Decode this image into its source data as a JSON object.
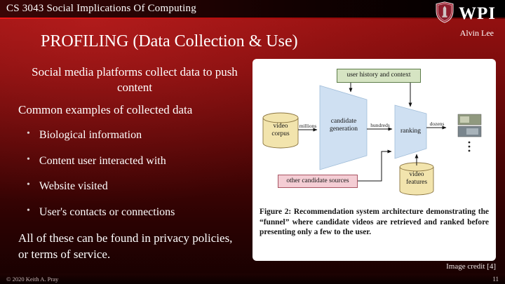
{
  "header": {
    "course": "CS 3043 Social Implications Of Computing",
    "logo_text": "WPI",
    "presenter": "Alvin Lee"
  },
  "slide": {
    "title": "PROFILING (Data Collection & Use)",
    "lead": "Social media platforms collect data to push content",
    "examples_heading": "Common examples of collected data",
    "bullet_glyph": "•",
    "bullets": [
      "Biological information",
      "Content user interacted with",
      "Website visited",
      "User's contacts or connections"
    ],
    "closing": "All of these can be found in privacy policies, or terms of service."
  },
  "figure": {
    "nodes": {
      "user_history": "user history and context",
      "video_corpus": "video corpus",
      "candidate_generation": "candidate generation",
      "ranking": "ranking",
      "video_features": "video features",
      "other_sources": "other candidate sources"
    },
    "flow_labels": {
      "millions": "millions",
      "hundreds": "hundreds",
      "dozens": "dozens"
    },
    "caption_tag": "Figure 2:",
    "caption_text": "Recommendation system architecture demonstrating the “funnel” where candidate videos are retrieved and ranked before presenting only a few to the user."
  },
  "footer": {
    "image_credit": "Image credit [4]",
    "copyright": "© 2020 Keith A. Pray",
    "page_number": "11"
  },
  "colors": {
    "slide_red": "#8c1010",
    "divider_red": "#d31313",
    "green_box": "#d6e4c3",
    "pink_box": "#f4cdd4",
    "blue_shape": "#cfe0f2",
    "yellow_cylinder": "#f2e4ad",
    "wpi_crimson": "#a9293a"
  }
}
